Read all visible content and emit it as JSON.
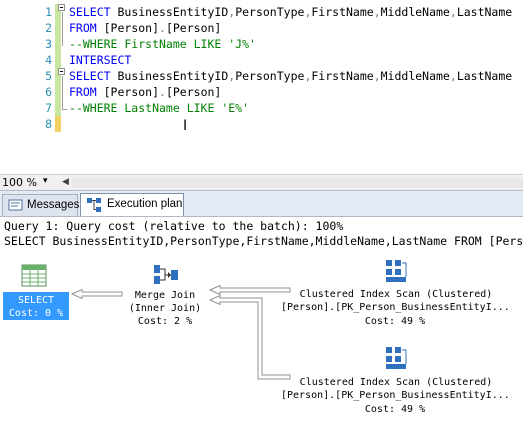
{
  "editor": {
    "lines": [
      {
        "num": "1",
        "parts": [
          {
            "t": "SELECT",
            "c": "kw"
          },
          {
            "t": " BusinessEntityID",
            "c": ""
          },
          {
            "t": ",",
            "c": "op"
          },
          {
            "t": "PersonType",
            "c": ""
          },
          {
            "t": ",",
            "c": "op"
          },
          {
            "t": "FirstName",
            "c": ""
          },
          {
            "t": ",",
            "c": "op"
          },
          {
            "t": "MiddleName",
            "c": ""
          },
          {
            "t": ",",
            "c": "op"
          },
          {
            "t": "LastName",
            "c": ""
          }
        ]
      },
      {
        "num": "2",
        "parts": [
          {
            "t": "FROM",
            "c": "kw"
          },
          {
            "t": " [Person]",
            "c": ""
          },
          {
            "t": ".",
            "c": "op"
          },
          {
            "t": "[Person]",
            "c": ""
          }
        ]
      },
      {
        "num": "3",
        "parts": [
          {
            "t": "--WHERE FirstName LIKE 'J%'",
            "c": "cm"
          }
        ]
      },
      {
        "num": "4",
        "parts": [
          {
            "t": "INTERSECT",
            "c": "kw"
          }
        ]
      },
      {
        "num": "5",
        "parts": [
          {
            "t": "SELECT",
            "c": "kw"
          },
          {
            "t": " BusinessEntityID",
            "c": ""
          },
          {
            "t": ",",
            "c": "op"
          },
          {
            "t": "PersonType",
            "c": ""
          },
          {
            "t": ",",
            "c": "op"
          },
          {
            "t": "FirstName",
            "c": ""
          },
          {
            "t": ",",
            "c": "op"
          },
          {
            "t": "MiddleName",
            "c": ""
          },
          {
            "t": ",",
            "c": "op"
          },
          {
            "t": "LastName",
            "c": ""
          }
        ]
      },
      {
        "num": "6",
        "parts": [
          {
            "t": "FROM",
            "c": "kw"
          },
          {
            "t": " [Person]",
            "c": ""
          },
          {
            "t": ".",
            "c": "op"
          },
          {
            "t": "[Person]",
            "c": ""
          }
        ]
      },
      {
        "num": "7",
        "parts": [
          {
            "t": "--WHERE LastName LIKE 'E%'",
            "c": "cm"
          }
        ]
      },
      {
        "num": "8",
        "parts": []
      }
    ]
  },
  "zoom": {
    "value": "100 %"
  },
  "tabs": {
    "messages": "Messages",
    "plan": "Execution plan"
  },
  "plan": {
    "query_line": "Query 1: Query cost (relative to the batch): 100%",
    "sql_line": "SELECT BusinessEntityID,PersonType,FirstName,MiddleName,LastName FROM [Person].[Person]",
    "select_node": {
      "name": "SELECT",
      "cost": "Cost: 0 %"
    },
    "merge_node": {
      "name": "Merge Join",
      "sub": "(Inner Join)",
      "cost": "Cost: 2 %"
    },
    "scan1": {
      "name": "Clustered Index Scan (Clustered)",
      "object": "[Person].[PK_Person_BusinessEntityI...",
      "cost": "Cost: 49 %"
    },
    "scan2": {
      "name": "Clustered Index Scan (Clustered)",
      "object": "[Person].[PK_Person_BusinessEntityI...",
      "cost": "Cost: 49 %"
    }
  },
  "colors": {
    "keyword": "#0000ff",
    "comment": "#008000",
    "selection": "#3399ff"
  }
}
